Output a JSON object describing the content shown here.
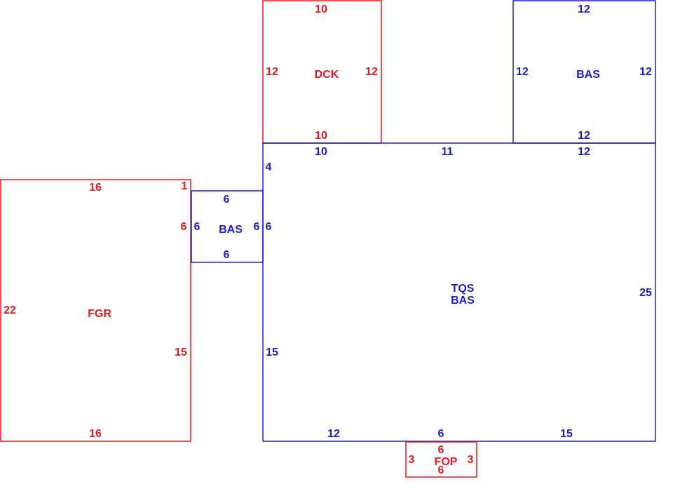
{
  "colors": {
    "red": "#e8191c",
    "blue": "#1c1cd0"
  },
  "areas": {
    "dck": {
      "name": "DCK",
      "color": "red",
      "dims": {
        "top": "10",
        "left": "12",
        "right": "12",
        "bottom": "10"
      }
    },
    "bas_top": {
      "name": "BAS",
      "color": "blue",
      "dims": {
        "top": "12",
        "left": "12",
        "right": "12",
        "bottom": "12"
      }
    },
    "fgr": {
      "name": "FGR",
      "color": "red",
      "dims": {
        "top": "16",
        "notch_top": "1",
        "notch_side": "6",
        "left": "22",
        "right": "15",
        "bottom": "16"
      }
    },
    "bas_small": {
      "name": "BAS",
      "color": "blue",
      "dims": {
        "top": "6",
        "left": "6",
        "right": "6",
        "bottom": "6"
      }
    },
    "main": {
      "name_1": "TQS",
      "name_2": "BAS",
      "color": "blue",
      "dims": {
        "top_1": "10",
        "top_2": "11",
        "top_3": "12",
        "left_upper": "4",
        "left_mid": "6",
        "left_lower": "15",
        "right": "25",
        "bottom_1": "12",
        "bottom_2": "6",
        "bottom_3": "15"
      }
    },
    "fop": {
      "name": "FOP",
      "color": "red",
      "dims": {
        "top": "6",
        "left": "3",
        "right": "3",
        "bottom": "6"
      }
    }
  }
}
